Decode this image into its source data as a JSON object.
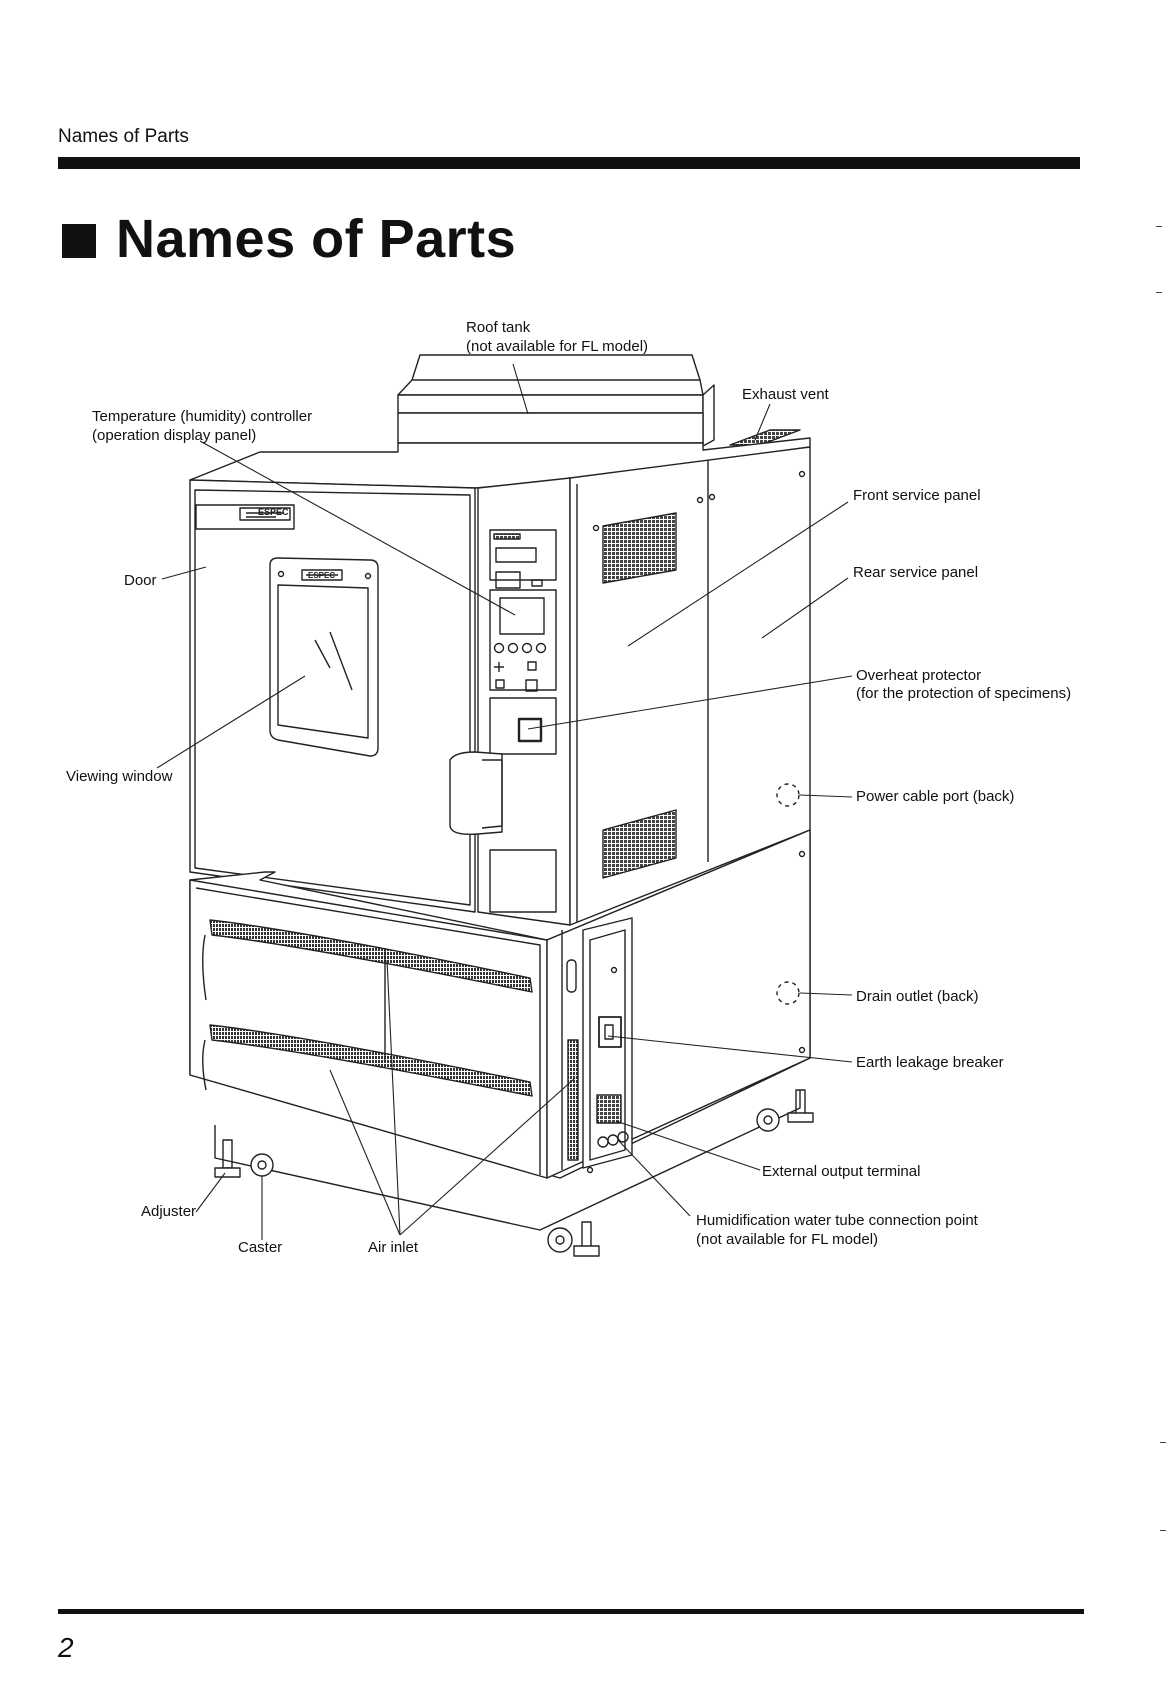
{
  "header": {
    "running_head": "Names of Parts"
  },
  "page_title": "Names of Parts",
  "labels": {
    "roof_tank_1": "Roof tank",
    "roof_tank_2": "(not available for FL model)",
    "exhaust_vent": "Exhaust vent",
    "controller_1": "Temperature (humidity) controller",
    "controller_2": "(operation display panel)",
    "front_service_panel": "Front service panel",
    "rear_service_panel": "Rear service panel",
    "door": "Door",
    "overheat_1": "Overheat protector",
    "overheat_2": "(for the protection of specimens)",
    "viewing_window": "Viewing window",
    "power_cable_port": "Power cable port (back)",
    "drain_outlet": "Drain outlet (back)",
    "earth_leakage_breaker": "Earth leakage breaker",
    "external_output_terminal": "External output terminal",
    "humid_tube_1": "Humidification water tube connection point",
    "humid_tube_2": "(not available for FL model)",
    "adjuster": "Adjuster",
    "caster": "Caster",
    "air_inlet": "Air inlet"
  },
  "nameplate": {
    "brand": "ESPEC"
  },
  "footer": {
    "page_number": "2"
  }
}
